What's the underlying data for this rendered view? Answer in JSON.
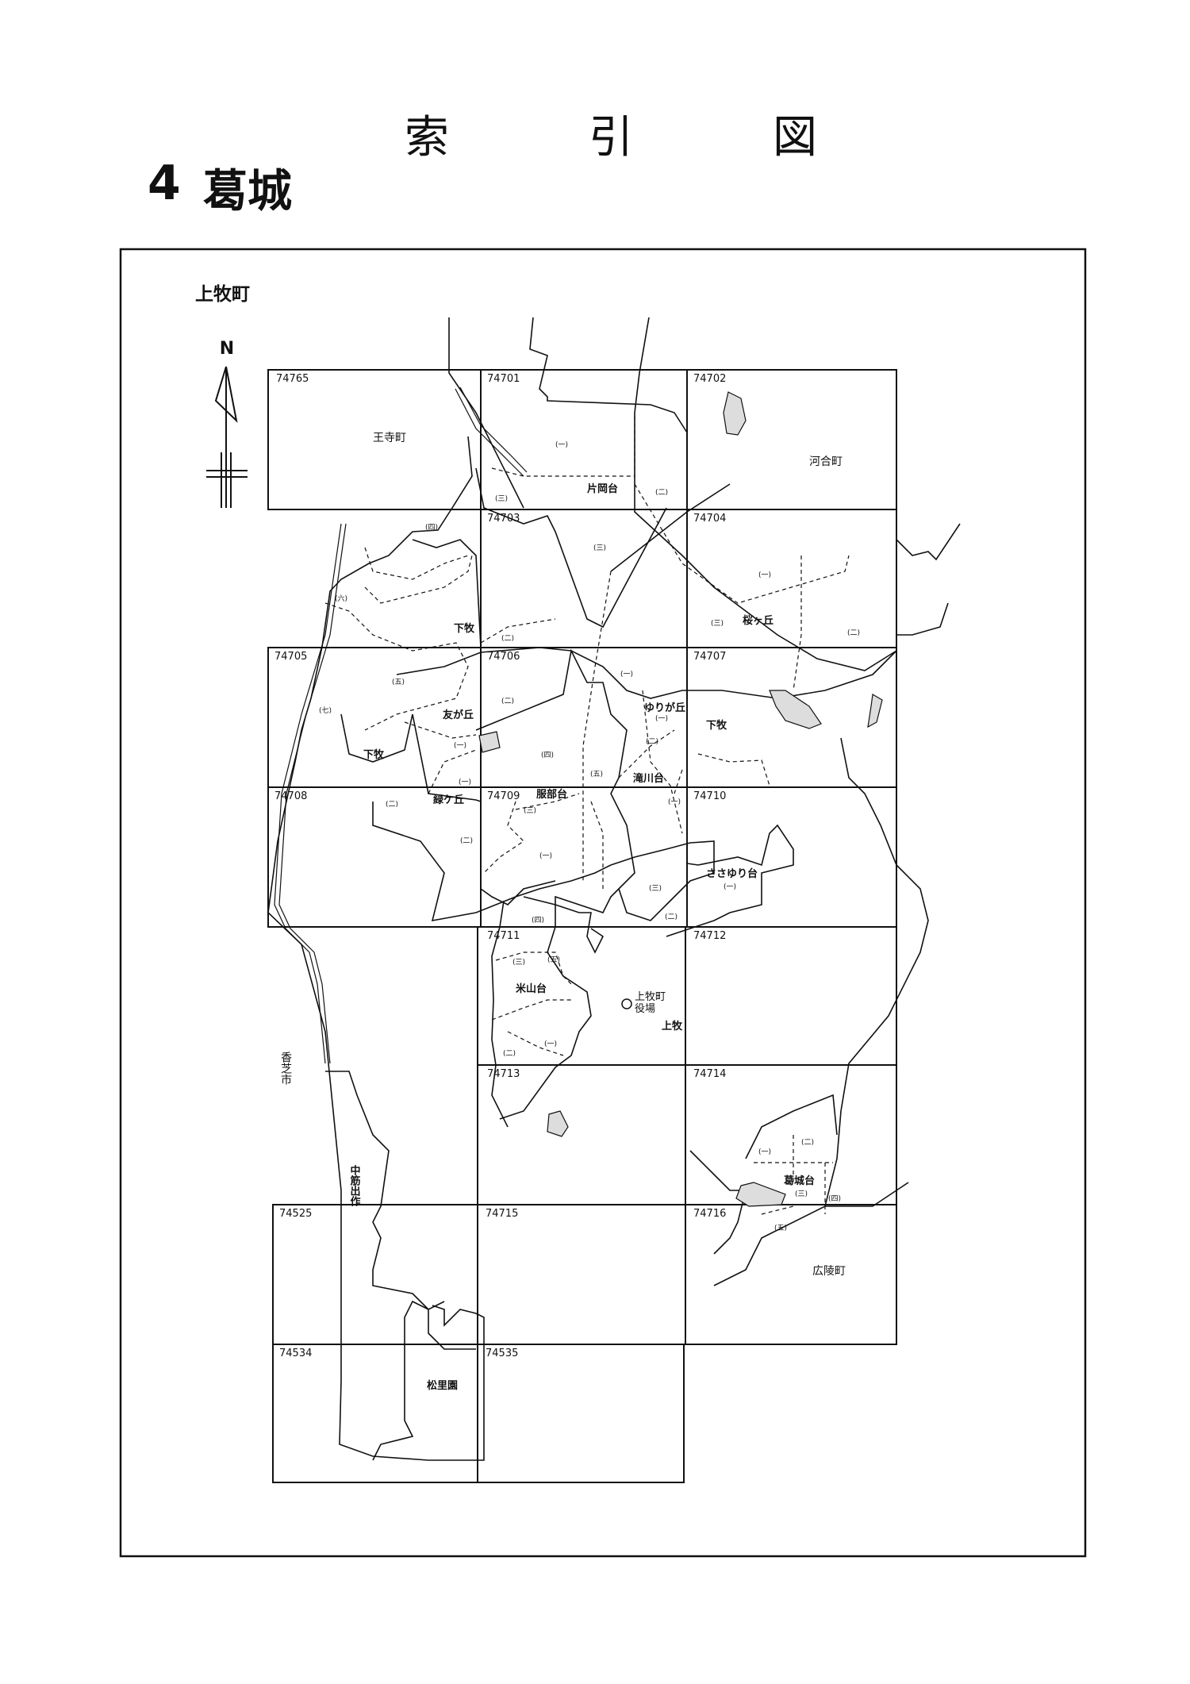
{
  "title": [
    "索",
    "引",
    "図"
  ],
  "section": {
    "number": "4",
    "name": "葛城"
  },
  "compass": {
    "label": "N"
  },
  "sheets": [
    "74765",
    "74701",
    "74702",
    "74703",
    "74704",
    "74705",
    "74706",
    "74707",
    "74708",
    "74709",
    "74710",
    "74711",
    "74712",
    "74713",
    "74714",
    "74525",
    "74715",
    "74716",
    "74534",
    "74535"
  ],
  "area_labels": {
    "kanmaki": "上牧町",
    "ojimachi": "王寺町",
    "kawaimachi": "河合町",
    "kataokadai": "片岡台",
    "sakuragaoka": "桜ヶ丘",
    "shimomaki_1": "下牧",
    "tomogaoka": "友が丘",
    "shimomaki_2": "下牧",
    "yurigaoka": "ゆりが丘",
    "shimomaki_3": "下牧",
    "takigawadai": "滝川台",
    "midorigaoka": "緑ケ丘",
    "hattoridai": "服部台",
    "sasayuridai": "ささゆり台",
    "komeyamadai": "米山台",
    "town_office": "上牧町\n役場",
    "kanmaki_center": "上牧",
    "kashiba": "香芝市",
    "nakasuji": "中筋出作",
    "katsuragidai": "葛城台",
    "koryo": "広陵町",
    "shoriend": "松里園"
  },
  "chome_labels": {
    "ichi": "(一)",
    "ni": "(二)",
    "san": "(三)",
    "shi": "(四)",
    "go": "(五)",
    "roku": "(六)",
    "nana": "(七)"
  }
}
